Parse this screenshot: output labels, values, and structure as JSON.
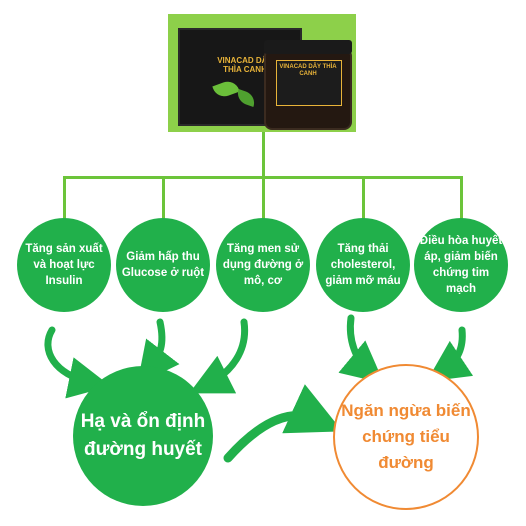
{
  "product": {
    "box_label": "VINACAD DÂY THÌA CANH",
    "jar_label": "VINACAD DÂY THÌA CANH"
  },
  "benefits": [
    "Tăng sản xuất và hoạt lực Insulin",
    "Giảm hấp thu Glucose ở ruột",
    "Tăng men sử dụng đường ở mô, cơ",
    "Tăng thải cholesterol, giảm mỡ máu",
    "Điều hòa huyết áp, giảm biến chứng tim mạch"
  ],
  "outcomes": {
    "main": "Hạ và ổn định đường huyết",
    "prevent": "Ngăn ngừa biến chứng tiểu đường"
  },
  "colors": {
    "green": "#21b04b",
    "line_green": "#6cc43a",
    "orange": "#f08a33"
  }
}
